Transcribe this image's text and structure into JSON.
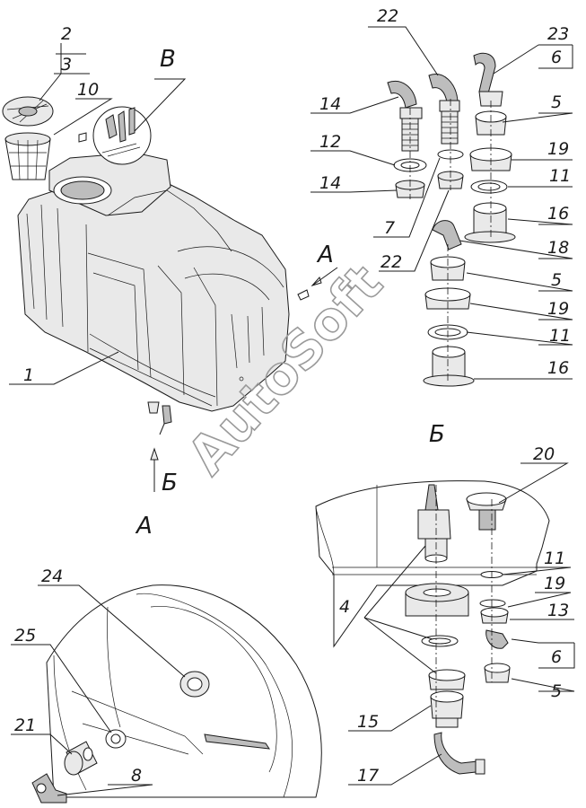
{
  "views": {
    "B": "В",
    "Б": "Б",
    "A_arrow": "А",
    "B_arrow": "Б",
    "A_view": "А"
  },
  "watermark": "AutoSoft",
  "callouts": [
    {
      "id": "c2",
      "text": "2"
    },
    {
      "id": "c3",
      "text": "3"
    },
    {
      "id": "c10",
      "text": "10"
    },
    {
      "id": "c1",
      "text": "1"
    },
    {
      "id": "c22a",
      "text": "22"
    },
    {
      "id": "c23",
      "text": "23"
    },
    {
      "id": "c6a",
      "text": "6"
    },
    {
      "id": "c14a",
      "text": "14"
    },
    {
      "id": "c5a",
      "text": "5"
    },
    {
      "id": "c12",
      "text": "12"
    },
    {
      "id": "c19a",
      "text": "19"
    },
    {
      "id": "c14b",
      "text": "14"
    },
    {
      "id": "c11a",
      "text": "11"
    },
    {
      "id": "c16a",
      "text": "16"
    },
    {
      "id": "c7",
      "text": "7"
    },
    {
      "id": "c22b",
      "text": "22"
    },
    {
      "id": "c18",
      "text": "18"
    },
    {
      "id": "c5b",
      "text": "5"
    },
    {
      "id": "c19b",
      "text": "19"
    },
    {
      "id": "c11b",
      "text": "11"
    },
    {
      "id": "c16b",
      "text": "16"
    },
    {
      "id": "c20",
      "text": "20"
    },
    {
      "id": "c11c",
      "text": "11"
    },
    {
      "id": "c4",
      "text": "4"
    },
    {
      "id": "c19c",
      "text": "19"
    },
    {
      "id": "c13",
      "text": "13"
    },
    {
      "id": "c6b",
      "text": "6"
    },
    {
      "id": "c5c",
      "text": "5"
    },
    {
      "id": "c15",
      "text": "15"
    },
    {
      "id": "c17",
      "text": "17"
    },
    {
      "id": "c24",
      "text": "24"
    },
    {
      "id": "c25",
      "text": "25"
    },
    {
      "id": "c21",
      "text": "21"
    },
    {
      "id": "c8",
      "text": "8"
    }
  ]
}
